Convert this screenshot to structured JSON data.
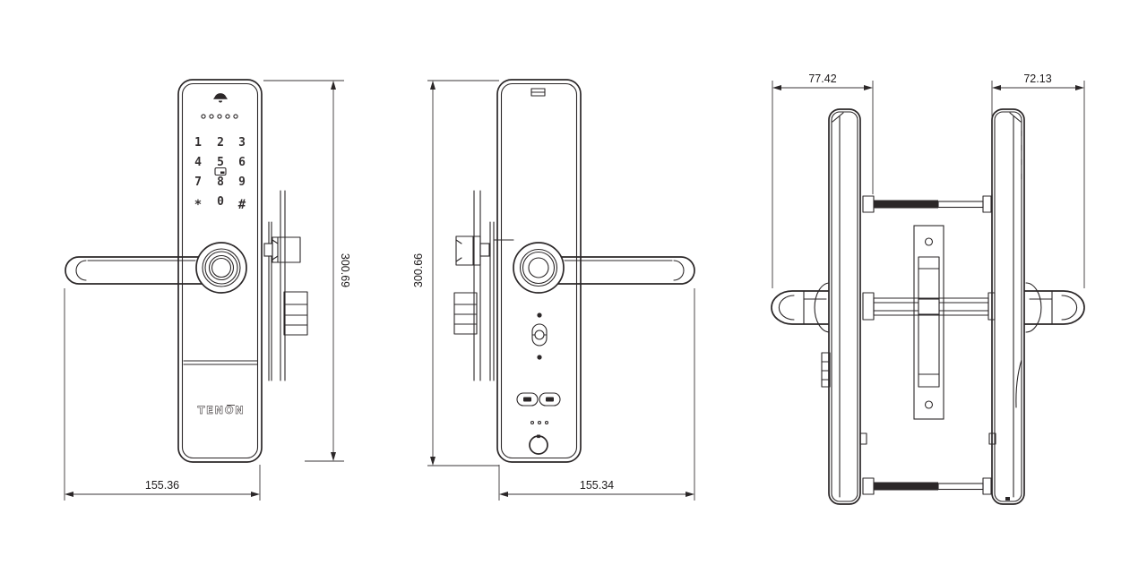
{
  "colors": {
    "line": "#2b2728",
    "background": "#ffffff",
    "dark_fill": "#2b2728"
  },
  "logo_text": "TENON",
  "keypad": {
    "rows": [
      [
        "1",
        "2",
        "3"
      ],
      [
        "4",
        "5",
        "6"
      ],
      [
        "7",
        "8",
        "9"
      ],
      [
        "*",
        "0",
        "#"
      ]
    ]
  },
  "dimensions": {
    "front_height": "300.69",
    "front_width": "155.36",
    "back_height": "300.66",
    "back_width": "155.34",
    "side_front_depth": "77.42",
    "side_back_depth": "72.13"
  }
}
